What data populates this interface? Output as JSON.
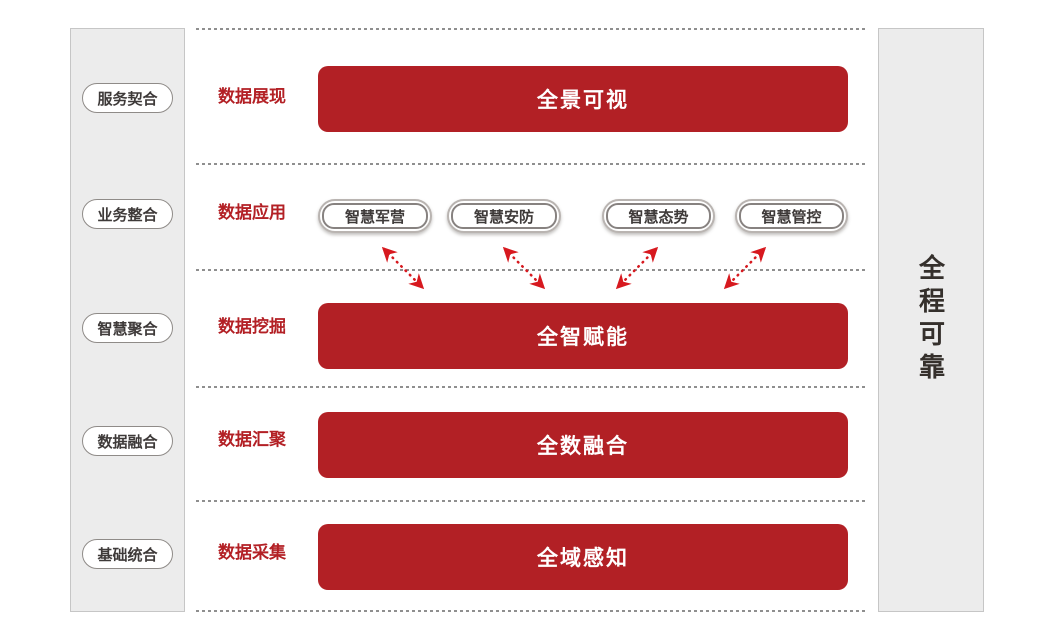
{
  "diagram": {
    "left_panel": {
      "items": [
        "服务契合",
        "业务整合",
        "智慧聚合",
        "数据融合",
        "基础统合"
      ]
    },
    "right_panel": {
      "label": "全程可靠"
    },
    "rows": [
      {
        "label": "数据展现",
        "bar": "全景可视"
      },
      {
        "label": "数据应用",
        "apps": [
          "智慧军营",
          "智慧安防",
          "智慧态势",
          "智慧管控"
        ]
      },
      {
        "label": "数据挖掘",
        "bar": "全智赋能"
      },
      {
        "label": "数据汇聚",
        "bar": "全数融合"
      },
      {
        "label": "数据采集",
        "bar": "全域感知"
      }
    ],
    "colors": {
      "bar_red": "#B22025",
      "label_red": "#B32025",
      "arrow_red": "#D7191F",
      "panel_gray": "#ECECEC",
      "text_dark": "#3E3A39"
    }
  }
}
